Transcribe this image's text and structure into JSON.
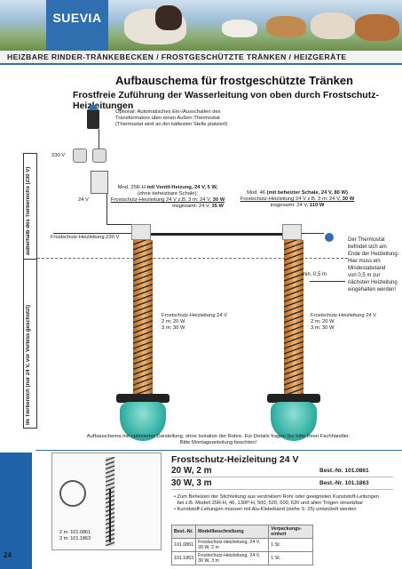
{
  "header": {
    "brand": "SUEVIA",
    "brand_sub": "",
    "category": "HEIZBARE RINDER-TRÄNKEBECKEN / FROSTGESCHÜTZTE TRÄNKEN / HEIZGERÄTE"
  },
  "page": {
    "title": "Aufbauschema für frostgeschützte Tränken",
    "subtitle": "Frostfreie Zuführung der Wasserleitung von oben durch Frostschutz-Heizleitungen",
    "number": "24"
  },
  "diagram": {
    "optional_note": [
      "Optional: Automatisches Ein-/Ausschalten des",
      "Transformators über einen Außen-Thermostat",
      "(Thermostat wird an der kältesten Stelle platziert)"
    ],
    "v230": "230 V",
    "v24": "24 V",
    "zone_outside": "außerhalb des Tierbereichs (230 V)",
    "zone_inside": "Im Tierbereich (nur 24 V, vor Verbiss geschützt)",
    "cable_230": "Frostschutz-Heizleitung 230 V",
    "left_model": {
      "line1_pre": "Mod. 25R-H ",
      "line1_bold": "mit Ventil-Heizung, 24 V, 5 W,",
      "line2": "(ohne beheizbare Schale):",
      "line3_pre": "Frostschutz-Heizleitung 24 V z.B. 3 m: 24 V, ",
      "line3_bold": "30 W",
      "line4_pre": "insgesamt: 24 V, ",
      "line4_bold": "35 W"
    },
    "right_model": {
      "line1_pre": "Mod. 46 ",
      "line1_bold": "(mit beheizter Schale, 24 V, 80 W)",
      "line3_pre": "Frostschutz-Heizleitung 24 V z.B. 3 m: 24 V, ",
      "line3_bold": "30 W",
      "line4_pre": "insgesamt: 24 V, ",
      "line4_bold": "110 W"
    },
    "heater_left": [
      "Frostschutz-Heizleitung 24 V",
      "2 m; 20 W",
      "3 m; 30 W"
    ],
    "heater_right": [
      "Frostschutz-Heizleitung 24 V",
      "2 m; 20 W",
      "3 m; 30 W"
    ],
    "min_distance": "min. 0,5 m",
    "thermostat_note": [
      "Der Thermostat",
      "befindet sich am",
      "Ende der Heizleitung.",
      "Hier muss ein",
      "Mindestabstand",
      "von 0,5 m zur",
      "nächsten Heizleitung",
      "eingehalten werden!"
    ],
    "caption": [
      "Aufbauschema mit optimierter Darstellung, ohne Isolation der Rohre. Für Details fragen Sie bitte Ihren Fachhändler.",
      "Bitte Montageanleitung beachten!"
    ]
  },
  "product": {
    "title": "Frostschutz-Heizleitung 24 V",
    "rows": [
      {
        "spec": "20 W, 2 m",
        "order": "Best.-Nr. 101.0861"
      },
      {
        "spec": "30 W, 3 m",
        "order": "Best.-Nr. 101.1863"
      }
    ],
    "image_labels": [
      "2 m: 101.0861",
      "3 m: 101.1863"
    ],
    "bullets": [
      "Zum Beheizen der Stichleitung aus verzinktem Rohr oder geeigneten Kunststoff-Leitungen bei z.B. Modell 25R-H, 46, 130P-H, 500, 520, 600, 620 und allen Trögen einsetzbar",
      "Kunststoff-Leitungen müssen mit Alu-Klebeband (siehe S. 25) umwickelt werden"
    ],
    "table": {
      "headers": [
        "Best.-Nr.",
        "Modellbeschreibung",
        "Verpackungs-einheit"
      ],
      "rows": [
        [
          "101.0861",
          "Frostschutz-Heizleitung, 24 V, 20 W, 2 m",
          "1 St."
        ],
        [
          "101.1863",
          "Frostschutz-Heizleitung, 24 V, 30 W, 3 m",
          "1 St."
        ]
      ]
    }
  },
  "colors": {
    "brand_blue": "#2f6fb0",
    "pipe": "#e49a52",
    "bowl": "#37b3a6"
  }
}
